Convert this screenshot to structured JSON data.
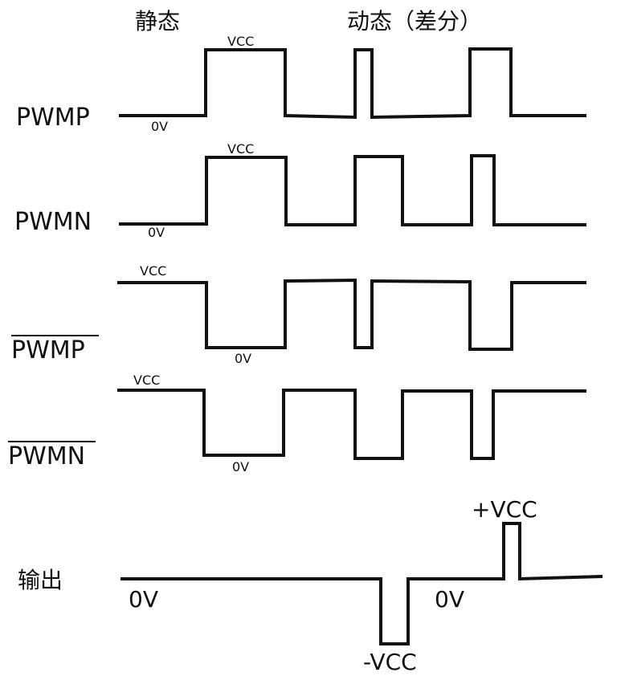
{
  "headers": {
    "static": "静态",
    "dynamic": "动态（差分）"
  },
  "signals": [
    {
      "name": "PWMP",
      "overbar": false,
      "high_label": "VCC",
      "low_label": "0V"
    },
    {
      "name": "PWMN",
      "overbar": false,
      "high_label": "VCC",
      "low_label": "0V"
    },
    {
      "name": "PWMP",
      "overbar": true,
      "high_label": "VCC",
      "low_label": "0V"
    },
    {
      "name": "PWMN",
      "overbar": true,
      "high_label": "VCC",
      "low_label": "0V"
    }
  ],
  "output": {
    "label": "输出",
    "zero_label_left": "0V",
    "zero_label_right": "0V",
    "neg_label": "-VCC",
    "pos_label": "+VCC"
  }
}
